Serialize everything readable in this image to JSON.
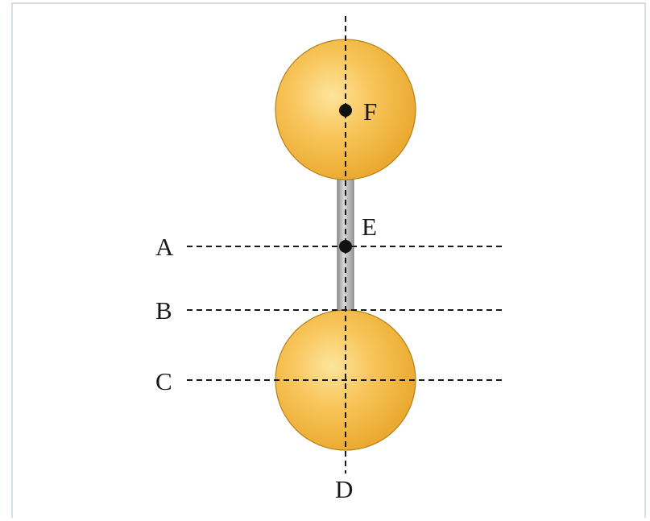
{
  "labels": {
    "axis_a": "A",
    "axis_b": "B",
    "axis_c": "C",
    "axis_d": "D",
    "point_e": "E",
    "point_f": "F"
  },
  "colors": {
    "sphere_fill": "#f5b63f",
    "sphere_highlight": "#fde59c",
    "sphere_edge": "#b7811b",
    "rod_fill": "#b9b9b9",
    "rod_edge": "#6b6b6b",
    "dash_line": "#1a1a1a",
    "frame_border": "#c9d3dd"
  }
}
